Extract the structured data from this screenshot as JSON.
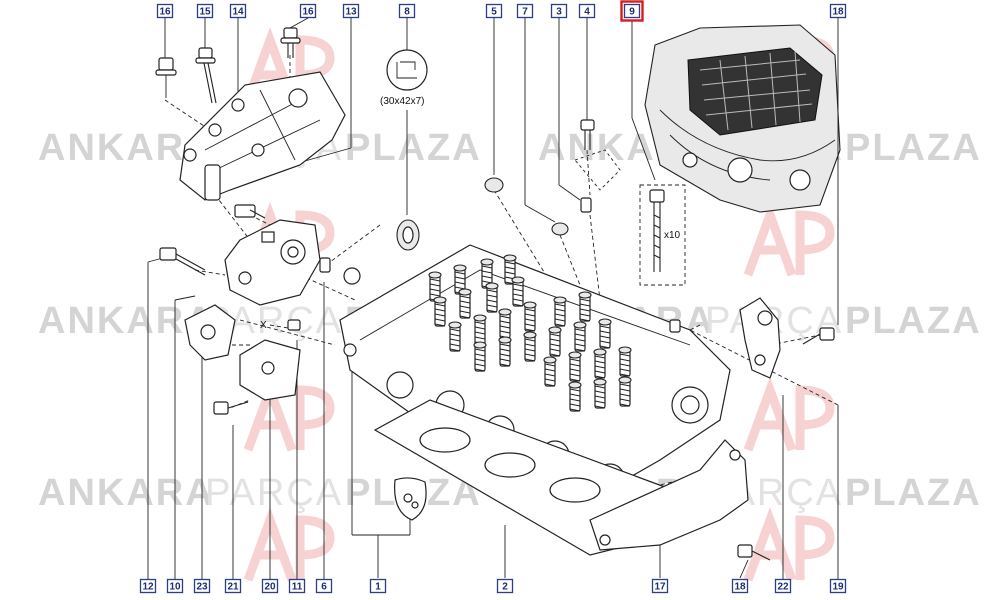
{
  "watermark": {
    "word1": "ANKARA",
    "word2": "PARÇA",
    "word3": "PLAZA",
    "color_bold": "#d4d4d4",
    "color_light": "#e2e2e2",
    "logo_color": "#f6d2d2"
  },
  "highlight_color": "#d51f1f",
  "callout_color": "#2b3f86",
  "labels": {
    "seal_size": "(30x42x7)",
    "bolt_qty": "x10",
    "marker_x": "X"
  },
  "callouts": [
    {
      "id": "c16a",
      "text": "16"
    },
    {
      "id": "c15",
      "text": "15"
    },
    {
      "id": "c14",
      "text": "14"
    },
    {
      "id": "c16b",
      "text": "16"
    },
    {
      "id": "c13",
      "text": "13"
    },
    {
      "id": "c8",
      "text": "8"
    },
    {
      "id": "c5",
      "text": "5"
    },
    {
      "id": "c7",
      "text": "7"
    },
    {
      "id": "c3",
      "text": "3"
    },
    {
      "id": "c4",
      "text": "4"
    },
    {
      "id": "c9",
      "text": "9",
      "highlighted": true
    },
    {
      "id": "c18a",
      "text": "18"
    },
    {
      "id": "c12",
      "text": "12"
    },
    {
      "id": "c10",
      "text": "10"
    },
    {
      "id": "c23",
      "text": "23"
    },
    {
      "id": "c21",
      "text": "21"
    },
    {
      "id": "c20",
      "text": "20"
    },
    {
      "id": "c11",
      "text": "11"
    },
    {
      "id": "c6",
      "text": "6"
    },
    {
      "id": "c1",
      "text": "1"
    },
    {
      "id": "c2",
      "text": "2"
    },
    {
      "id": "c17",
      "text": "17"
    },
    {
      "id": "c18b",
      "text": "18"
    },
    {
      "id": "c22",
      "text": "22"
    },
    {
      "id": "c19",
      "text": "19"
    }
  ]
}
